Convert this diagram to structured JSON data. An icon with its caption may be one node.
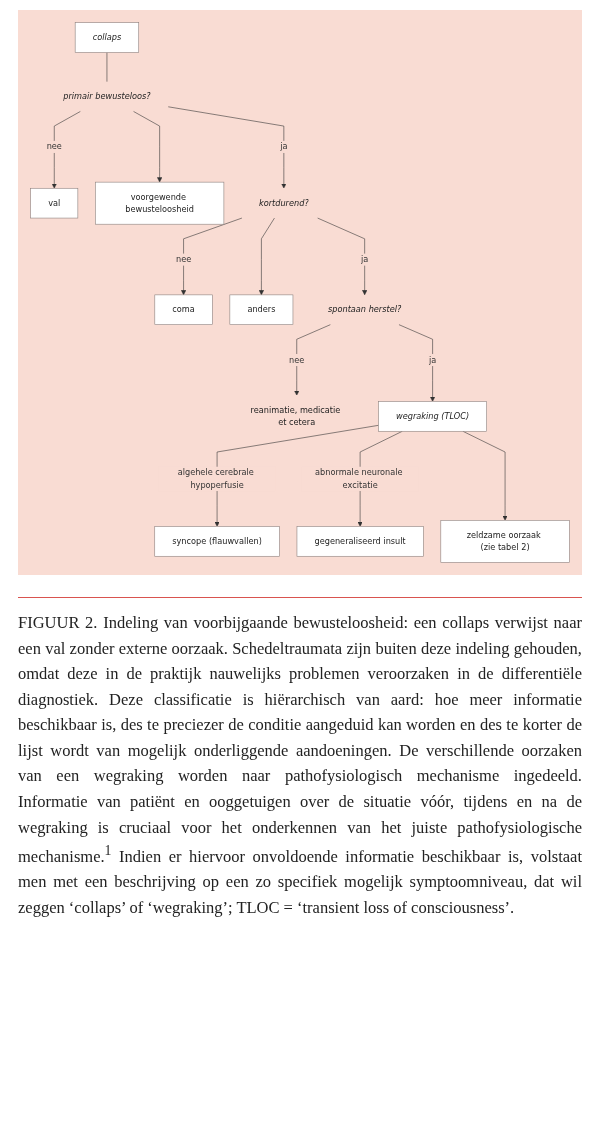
{
  "diagram": {
    "caption": "FIGUUR 2. Indeling van voorbijgaande bewusteloosheid: een collaps verwijst naar een val zonder externe oorzaak. Schedeltraumata zijn buiten deze indeling gehouden, omdat deze in de praktijk nauwelijks problemen veroorzaken in de differentiële diagnostiek. Deze classificatie is hiërarchisch van aard: hoe meer informatie beschikbaar is, des te preciezer de conditie aangeduid kan worden en des te korter de lijst wordt van mogelijk onderliggende aandoeningen. De verschillende oorzaken van een wegraking worden naar pathofysiologisch mechanisme ingedeeld. Informatie van patiënt en ooggetuigen over de situatie vóór, tijdens en na de wegraking is cruciaal voor het onderkennen van het juiste pathofysiologische mechanisme.$^{1}$ Indien er hiervoor onvoldoende informatie beschikbaar is, volstaat men met een beschrijving op een zo specifiek mogelijk symptoomniveau, dat wil zeggen ‘collaps’ of ‘wegraking’; TLOC = ‘transient loss of consciousness’.",
    "nodes": [
      {
        "text": [
          "collaps"
        ]
      },
      {
        "text": [
          "primair bewusteloos?"
        ]
      },
      {
        "text": [
          "val"
        ]
      },
      {
        "text": [
          "voorgewende bewusteloosheid"
        ]
      },
      {
        "text": [
          "kortdurend?"
        ]
      },
      {
        "text": [
          "coma"
        ]
      },
      {
        "text": [
          "anders"
        ]
      },
      {
        "text": [
          "spontaan herstel?"
        ]
      },
      {
        "text": [
          "reanimatie, medicatie et cetera"
        ]
      },
      {
        "text": [
          "wegraking (TLOC)"
        ]
      },
      {
        "text": [
          "syncope (flauwvallen)"
        ]
      },
      {
        "text": [
          "gegeneraliseerd insult"
        ]
      },
      {
        "text": [
          "zeldzame oorzaak (zie tabel 2)"
        ]
      }
    ],
    "edges": [
      {
        "from": 0,
        "to": 1,
        "arrow": "none"
      },
      {
        "from": 1,
        "to": 2,
        "arrow": "to",
        "label": "nee"
      },
      {
        "from": 1,
        "to": 3,
        "arrow": "to"
      },
      {
        "from": 1,
        "to": 4,
        "arrow": "to",
        "label": "ja"
      },
      {
        "from": 4,
        "to": 5,
        "arrow": "to",
        "label": "nee"
      },
      {
        "from": 4,
        "to": 6,
        "arrow": "to"
      },
      {
        "from": 4,
        "to": 7,
        "arrow": "to",
        "label": "ja"
      },
      {
        "from": 7,
        "to": 8,
        "arrow": "to",
        "label": "nee"
      },
      {
        "from": 7,
        "to": 9,
        "arrow": "to",
        "label": "ja"
      },
      {
        "from": 9,
        "to": 10,
        "arrow": "to",
        "label": "algehele cerebrale hypoperfusie"
      },
      {
        "from": 9,
        "to": 11,
        "arrow": "to",
        "label": "abnormale neuronale excitatie"
      },
      {
        "from": 9,
        "to": 12,
        "arrow": "to"
      }
    ]
  }
}
